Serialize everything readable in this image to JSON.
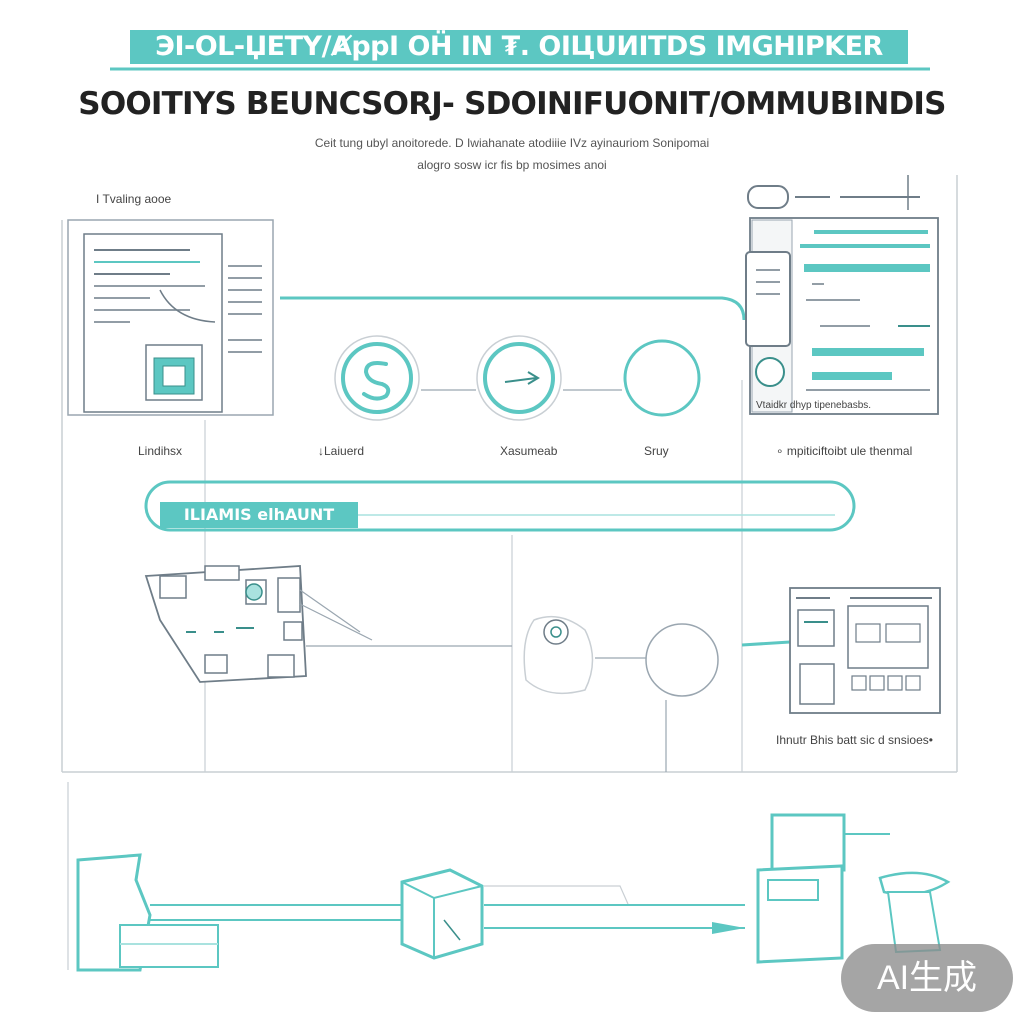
{
  "header": {
    "banner_text": "ЭI-OL-ЏETY/ȺppI OḦ IN ₮. OIЦUИITDS IMGHIPKER",
    "title": "SOOITIYS BEUNCSORJ- SDOINIFUONIT/OMMUBINDIS",
    "subtitle_line1": "Ceit tung ubyl anoitorede. D Iwiahanate atodiiie IVz ayinauriom Sonipomai",
    "subtitle_line2": "alogro sosw icr fis bp mosimes anoi"
  },
  "left_panel": {
    "caption": "I Tvaling aooe",
    "label": "Lindihsx"
  },
  "process_nodes": [
    {
      "label": "↓Laiuerd",
      "icon": "s-curve-icon"
    },
    {
      "label": "Xasumeab",
      "icon": "arrow-icon"
    },
    {
      "label": "Sruy",
      "icon": "empty-circle-icon"
    }
  ],
  "right_panel": {
    "footer_text": "Vtaidkr dhyp tipenebasbs.",
    "label": "∘ mpiticiftoibt ule thenmal"
  },
  "pipeline_bar": {
    "label": "ILIAMIS elhAUNT"
  },
  "lower_right": {
    "caption": "Ihnutr Bhis batt sic d snsioes•"
  },
  "badge": {
    "text": "AI生成"
  },
  "colors": {
    "accent": "#5cc7c2",
    "accent_light": "#a9e2df",
    "line": "#9aa6b0",
    "dark": "#222222"
  }
}
